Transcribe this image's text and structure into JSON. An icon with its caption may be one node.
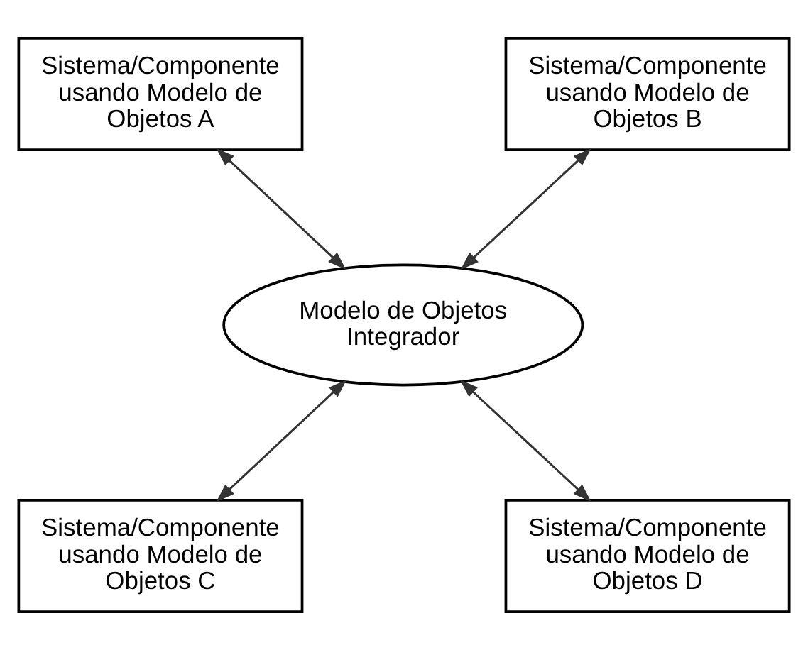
{
  "diagram": {
    "nodes": [
      {
        "text": [
          "Sistema/Componente usando Modelo de Objetos A"
        ]
      },
      {
        "text": [
          "Sistema/Componente usando Modelo de Objetos B"
        ]
      },
      {
        "text": [
          "Modelo de Objetos Integrador"
        ]
      },
      {
        "text": [
          "Sistema/Componente usando Modelo de Objetos C"
        ]
      },
      {
        "text": [
          "Sistema/Componente usando Modelo de Objetos D"
        ]
      }
    ],
    "edges": [
      {
        "from": 0,
        "to": 2,
        "arrow": "both"
      },
      {
        "from": 1,
        "to": 2,
        "arrow": "both"
      },
      {
        "from": 2,
        "to": 3,
        "arrow": "both"
      },
      {
        "from": 2,
        "to": 4,
        "arrow": "both"
      }
    ]
  }
}
